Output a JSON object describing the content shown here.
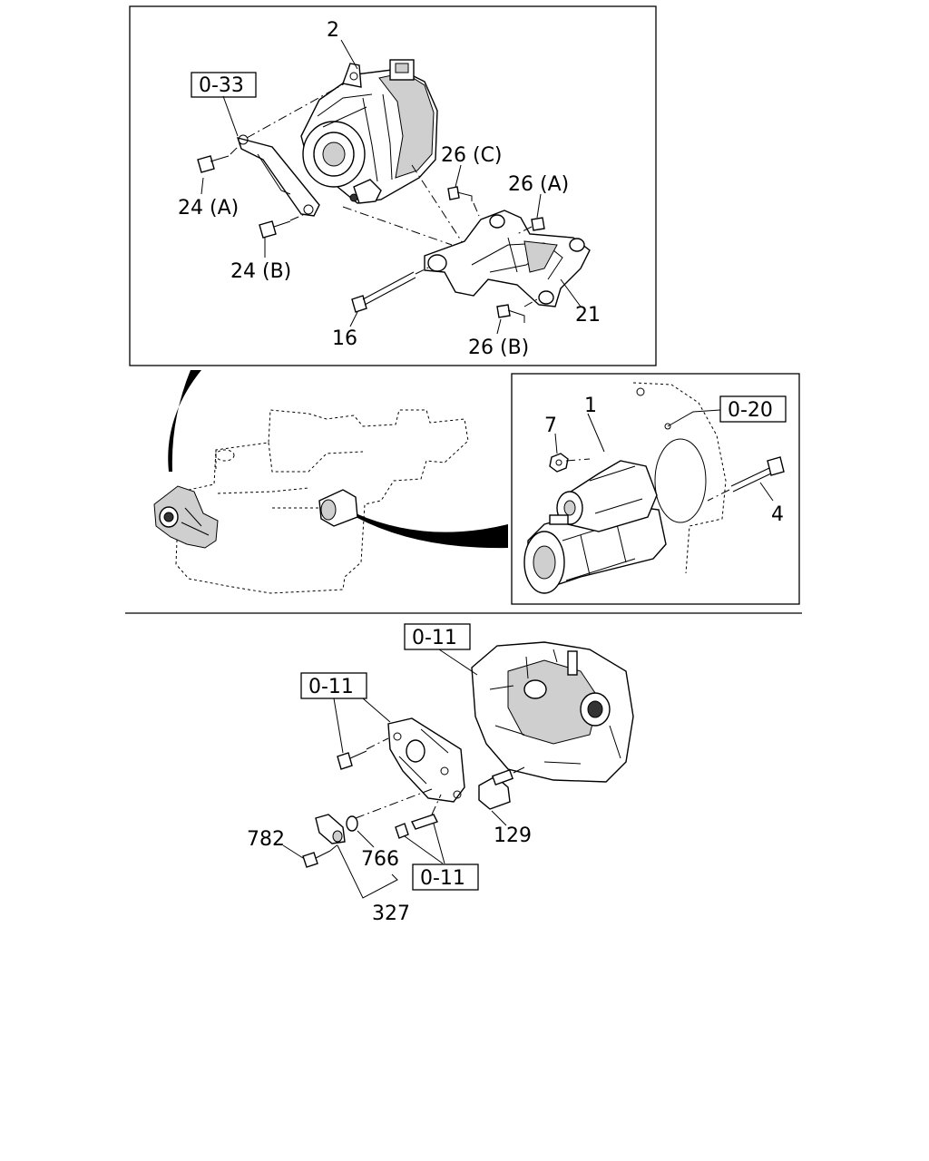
{
  "diagram": {
    "alternator_group": {
      "callouts": {
        "alternator": "2",
        "ref_0_33": "0-33",
        "bolt_24a": "24 (A)",
        "bolt_24b": "24 (B)",
        "bolt_26c": "26 (C)",
        "bolt_26a": "26 (A)",
        "bracket_21": "21",
        "bolt_16": "16",
        "bolt_26b": "26 (B)"
      }
    },
    "starter_group": {
      "callouts": {
        "starter": "1",
        "nut_7": "7",
        "ref_0_20": "0-20",
        "bolt_4": "4"
      }
    },
    "sensor_group": {
      "callouts": {
        "ref_0_11_top": "0-11",
        "ref_0_11_left": "0-11",
        "ref_0_11_bottom": "0-11",
        "sensor_129": "129",
        "bolt_782": "782",
        "oring_766": "766",
        "sensor_327": "327"
      }
    }
  }
}
